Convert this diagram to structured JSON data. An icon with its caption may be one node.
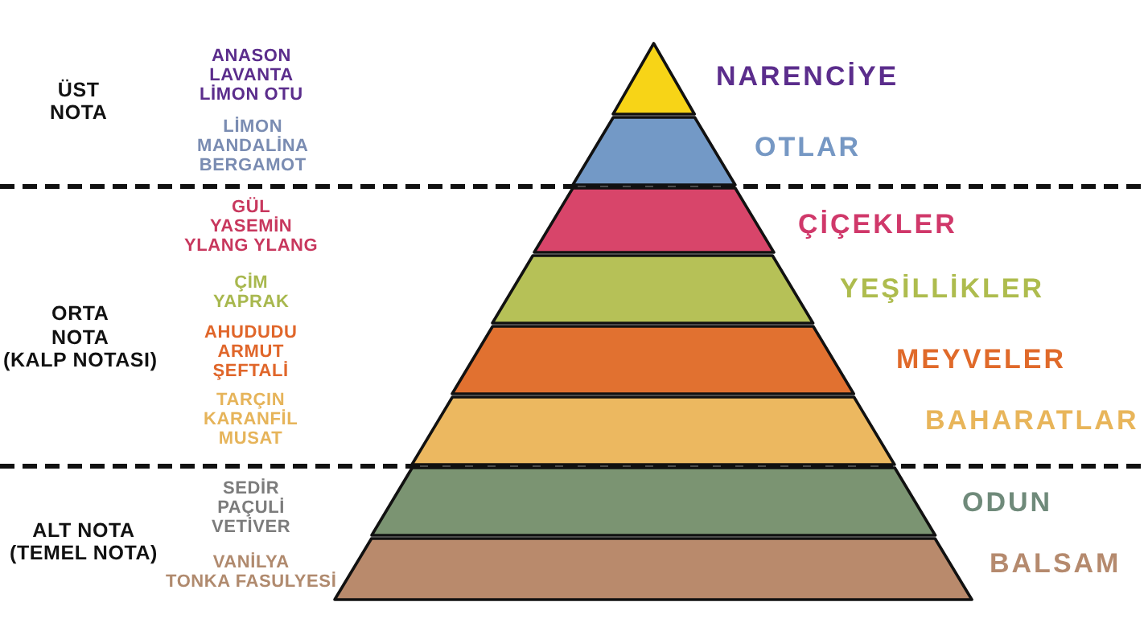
{
  "diagram": {
    "nodes": [
      {
        "text": [],
        "shape": "triangle",
        "beside": [
          "NARENCİYE"
        ]
      },
      {
        "text": [],
        "shape": "trapezoid",
        "beside": [
          "OTLAR"
        ]
      },
      {
        "text": [],
        "shape": "trapezoid",
        "beside": [
          "ÇİÇEKLER"
        ]
      },
      {
        "text": [],
        "shape": "trapezoid",
        "beside": [
          "YEŞİLLİKLER"
        ]
      },
      {
        "text": [],
        "shape": "trapezoid",
        "beside": [
          "MEYVELER"
        ]
      },
      {
        "text": [],
        "shape": "trapezoid",
        "beside": [
          "BAHARATLAR"
        ]
      },
      {
        "text": [],
        "shape": "trapezoid",
        "beside": [
          "ODUN"
        ]
      },
      {
        "text": [],
        "shape": "trapezoid",
        "beside": [
          "BALSAM"
        ]
      }
    ],
    "labels": [
      "ÜST NOTA",
      "ANASON LAVANTA LİMON OTU",
      "LİMON MANDALİNA BERGAMOT",
      "GÜL YASEMİN YLANG YLANG",
      "ÇİM YAPRAK",
      "ORTA NOTA (KALP NOTASI)",
      "AHUDUDU ARMUT ŞEFTALİ",
      "TARÇIN KARANFİL MUSAT",
      "ALT NOTA (TEMEL NOTA)",
      "SEDİR PAÇULİ VETİVER",
      "VANİLYA TONKA FASULYESİ"
    ]
  }
}
